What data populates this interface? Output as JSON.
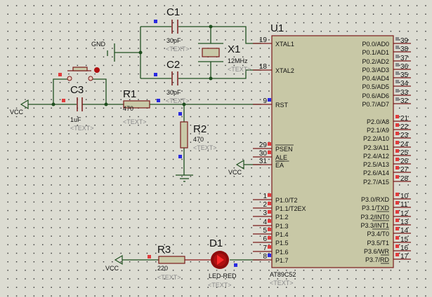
{
  "schematic": {
    "u1": {
      "ref": "U1",
      "part": "AT89C52",
      "text": "<TEXT>",
      "left_pins": [
        {
          "num": "19",
          "name": "XTAL1"
        },
        {
          "num": "18",
          "name": "XTAL2"
        },
        {
          "num": "9",
          "name": "RST"
        },
        {
          "num": "29",
          "name": "PSEN"
        },
        {
          "num": "30",
          "name": "ALE"
        },
        {
          "num": "31",
          "name": "EA"
        },
        {
          "num": "1",
          "name": "P1.0/T2"
        },
        {
          "num": "2",
          "name": "P1.1/T2EX"
        },
        {
          "num": "3",
          "name": "P1.2"
        },
        {
          "num": "4",
          "name": "P1.3"
        },
        {
          "num": "5",
          "name": "P1.4"
        },
        {
          "num": "6",
          "name": "P1.5"
        },
        {
          "num": "7",
          "name": "P1.6"
        },
        {
          "num": "8",
          "name": "P1.7"
        }
      ],
      "right_pins": [
        {
          "num": "39",
          "name": "P0.0/AD0"
        },
        {
          "num": "38",
          "name": "P0.1/AD1"
        },
        {
          "num": "37",
          "name": "P0.2/AD2"
        },
        {
          "num": "36",
          "name": "P0.3/AD3"
        },
        {
          "num": "35",
          "name": "P0.4/AD4"
        },
        {
          "num": "34",
          "name": "P0.5/AD5"
        },
        {
          "num": "33",
          "name": "P0.6/AD6"
        },
        {
          "num": "32",
          "name": "P0.7/AD7"
        },
        {
          "num": "21",
          "name": "P2.0/A8"
        },
        {
          "num": "22",
          "name": "P2.1/A9"
        },
        {
          "num": "23",
          "name": "P2.2/A10"
        },
        {
          "num": "24",
          "name": "P2.3/A11"
        },
        {
          "num": "25",
          "name": "P2.4/A12"
        },
        {
          "num": "26",
          "name": "P2.5/A13"
        },
        {
          "num": "27",
          "name": "P2.6/A14"
        },
        {
          "num": "28",
          "name": "P2.7/A15"
        },
        {
          "num": "10",
          "name": "P3.0/RXD"
        },
        {
          "num": "11",
          "name": "P3.1/TXD"
        },
        {
          "num": "12",
          "name": "P3.2/INT0"
        },
        {
          "num": "13",
          "name": "P3.3/INT1"
        },
        {
          "num": "14",
          "name": "P3.4/T0"
        },
        {
          "num": "15",
          "name": "P3.5/T1"
        },
        {
          "num": "16",
          "name": "P3.6/WR"
        },
        {
          "num": "17",
          "name": "P3.7/RD"
        }
      ]
    },
    "c1": {
      "ref": "C1",
      "value": "30pF",
      "text": "<TEXT>"
    },
    "c2": {
      "ref": "C2",
      "value": "30pF",
      "text": "<TEXT>"
    },
    "c3": {
      "ref": "C3",
      "value": "1uF",
      "text": "<TEXT>"
    },
    "x1": {
      "ref": "X1",
      "value": "12MHz",
      "text": "<TEXT>"
    },
    "r1": {
      "ref": "R1",
      "value": "470",
      "text": "<TEXT>"
    },
    "r2": {
      "ref": "R2",
      "value": "470",
      "text": "<TEXT>"
    },
    "r3": {
      "ref": "R3",
      "value": "220",
      "text": "<TEXT>"
    },
    "d1": {
      "ref": "D1",
      "value": "LED-RED",
      "text": "<TEXT>"
    },
    "terminals": {
      "gnd": "GND",
      "vcc_rst": "VCC",
      "vcc_ea": "VCC",
      "vcc_led": "VCC"
    }
  },
  "colors": {
    "wire": "#1f4f1f",
    "component_outline": "#7a1a1a",
    "component_fill": "#c9c9a8",
    "pin_marker_red": "#e03c3c",
    "pin_marker_blue": "#2a2ae0",
    "pin_marker_gray": "#8a8a8a",
    "led": "#b01010"
  }
}
